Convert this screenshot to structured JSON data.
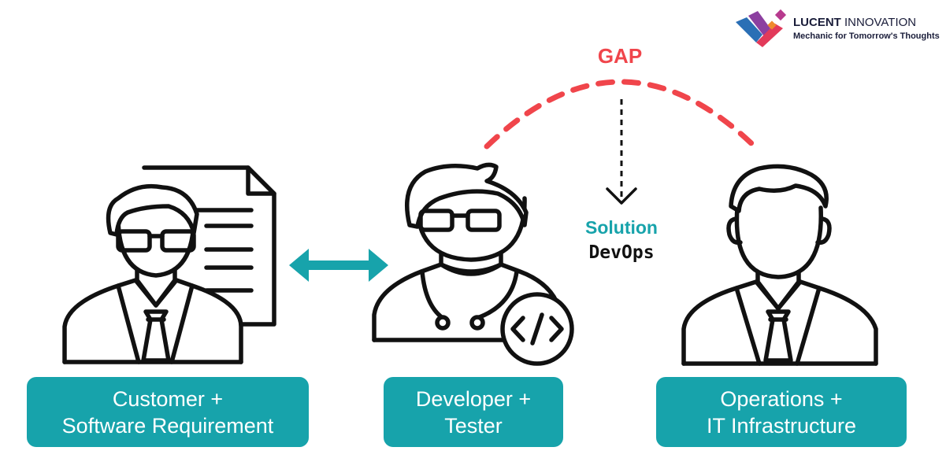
{
  "logo": {
    "name_bold": "LUCENT",
    "name_rest": " INNOVATION",
    "tagline": "Mechanic for Tomorrow's Thoughts"
  },
  "gap": {
    "label": "GAP"
  },
  "solution": {
    "label": "Solution",
    "name": "DevOps"
  },
  "roles": [
    {
      "line1": "Customer +",
      "line2": "Software Requirement"
    },
    {
      "line1": "Developer +",
      "line2": "Tester"
    },
    {
      "line1": "Operations +",
      "line2": "IT Infrastructure"
    }
  ],
  "colors": {
    "accent": "#17a3ab",
    "gap": "#f0454b",
    "stroke": "#111111"
  }
}
